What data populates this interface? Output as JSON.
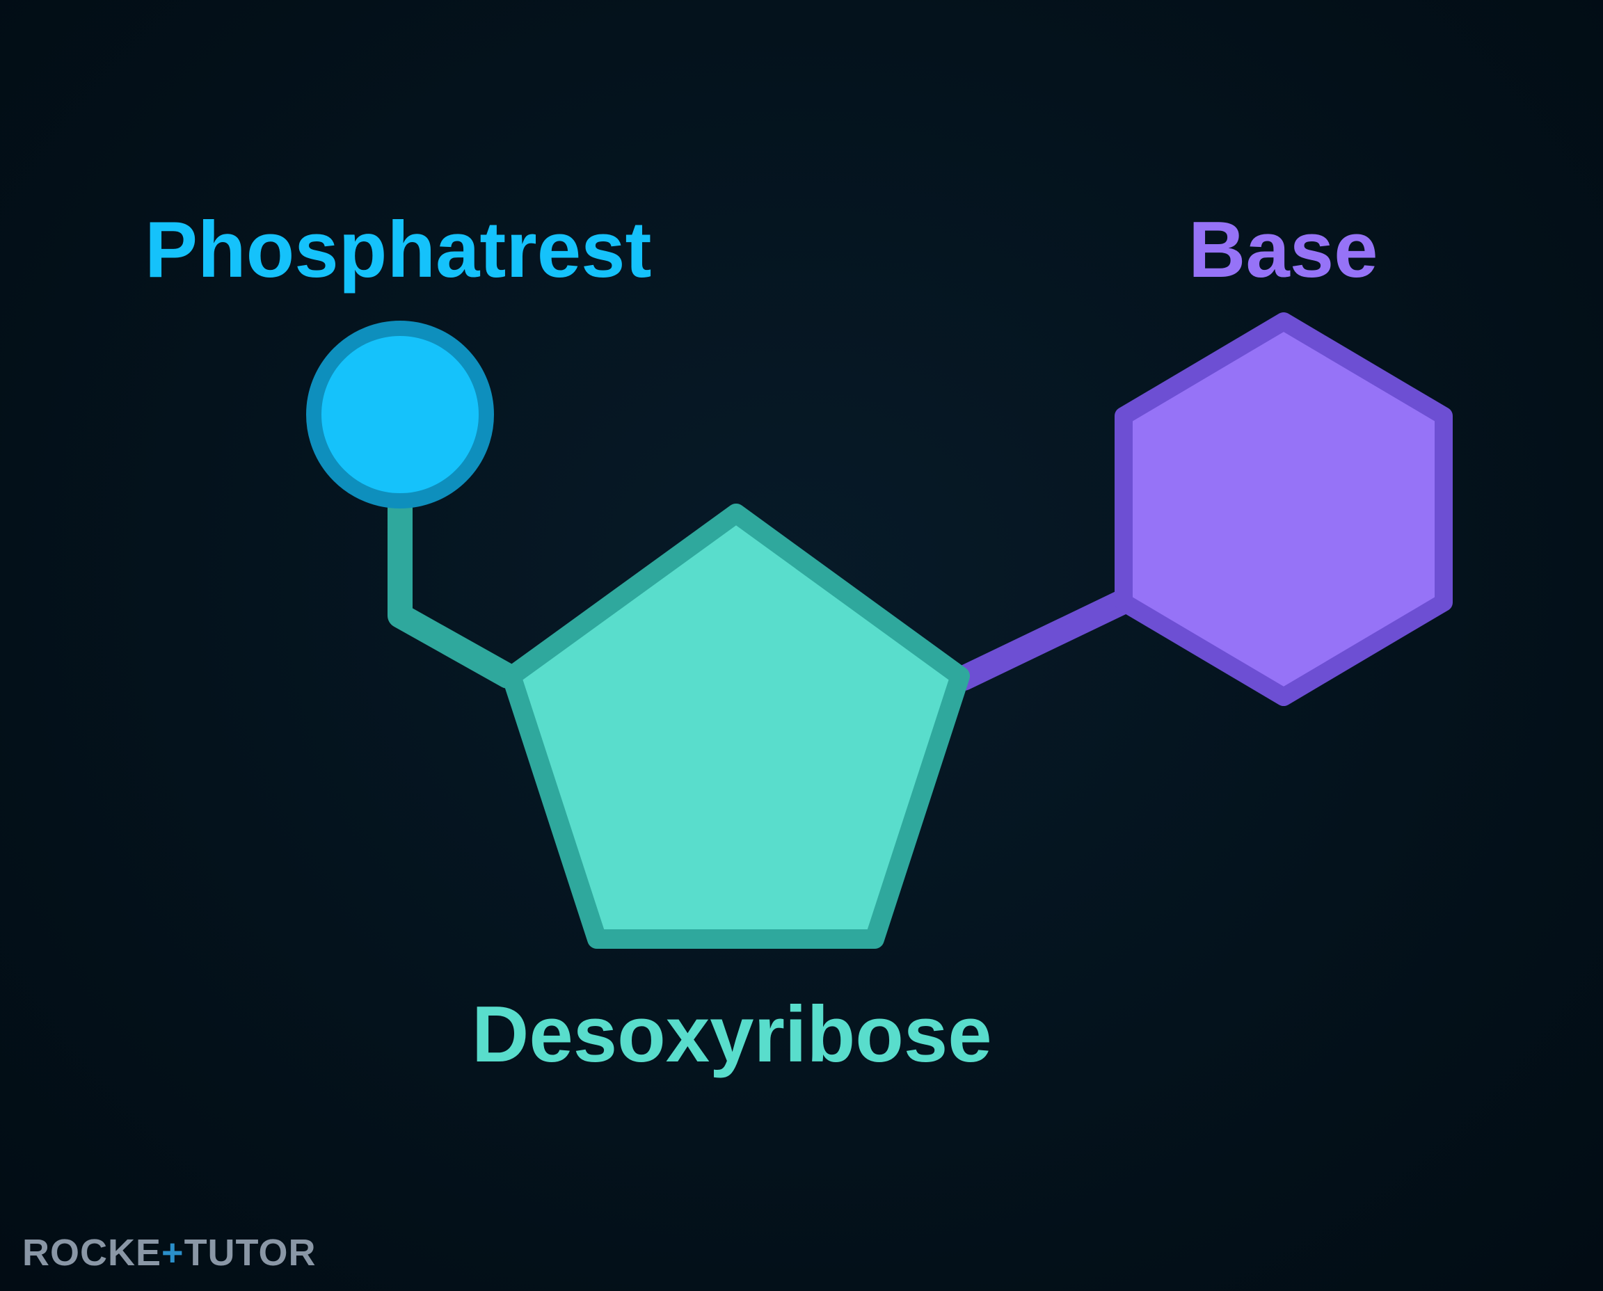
{
  "labels": {
    "phosphate": "Phosphatrest",
    "base": "Base",
    "sugar": "Desoxyribose"
  },
  "watermark": {
    "part1": "ROCKE",
    "plus": "+",
    "part2": "TUTOR"
  },
  "colors": {
    "background": "#04131f",
    "phosphate": "#15c2fb",
    "phosphate_stroke": "#0e8fbd",
    "sugar": "#59ddcc",
    "sugar_stroke": "#2fa89d",
    "base": "#9673f7",
    "base_stroke": "#6d4fd3",
    "watermark": "#8a97a6",
    "watermark_accent": "#2a8fc9"
  },
  "icons": {
    "phosphate": "circle",
    "sugar": "pentagon",
    "base": "hexagon"
  }
}
